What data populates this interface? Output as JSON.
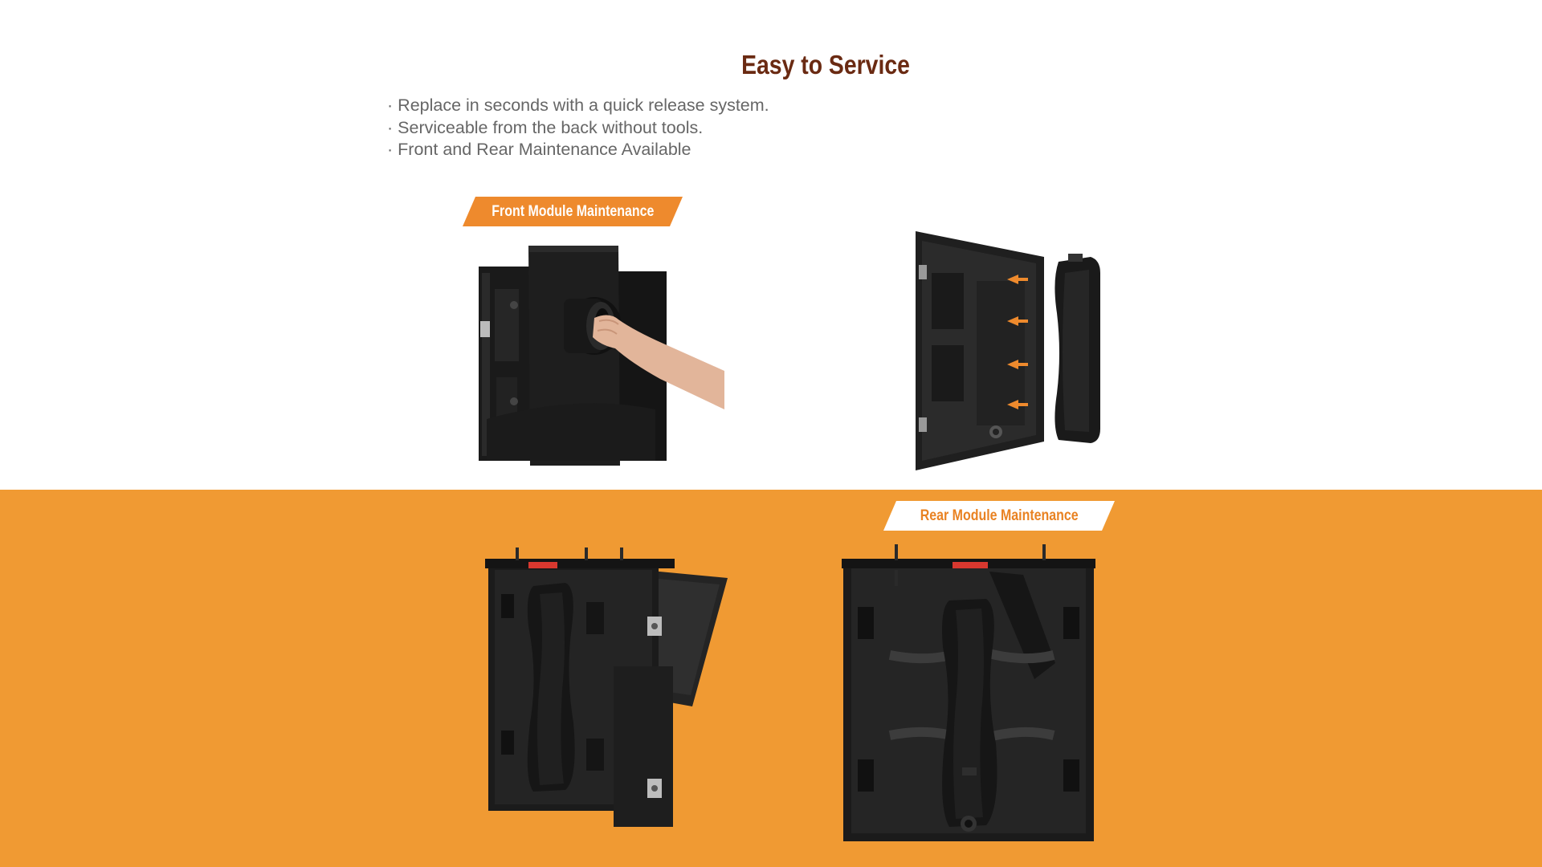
{
  "page": {
    "title": "Easy to Service",
    "bullets": [
      "Replace in seconds with a quick release system.",
      "Serviceable from the back without tools.",
      "Front and Rear Maintenance Available"
    ],
    "bullet_marker": "·"
  },
  "labels": {
    "front": "Front Module Maintenance",
    "rear": "Rear Module Maintenance"
  },
  "colors": {
    "title": "#6A2A12",
    "accent_orange": "#F09A33",
    "tag_orange": "#EE8A2D",
    "body_text": "#666666",
    "cabinet_dark": "#1c1c1c"
  }
}
